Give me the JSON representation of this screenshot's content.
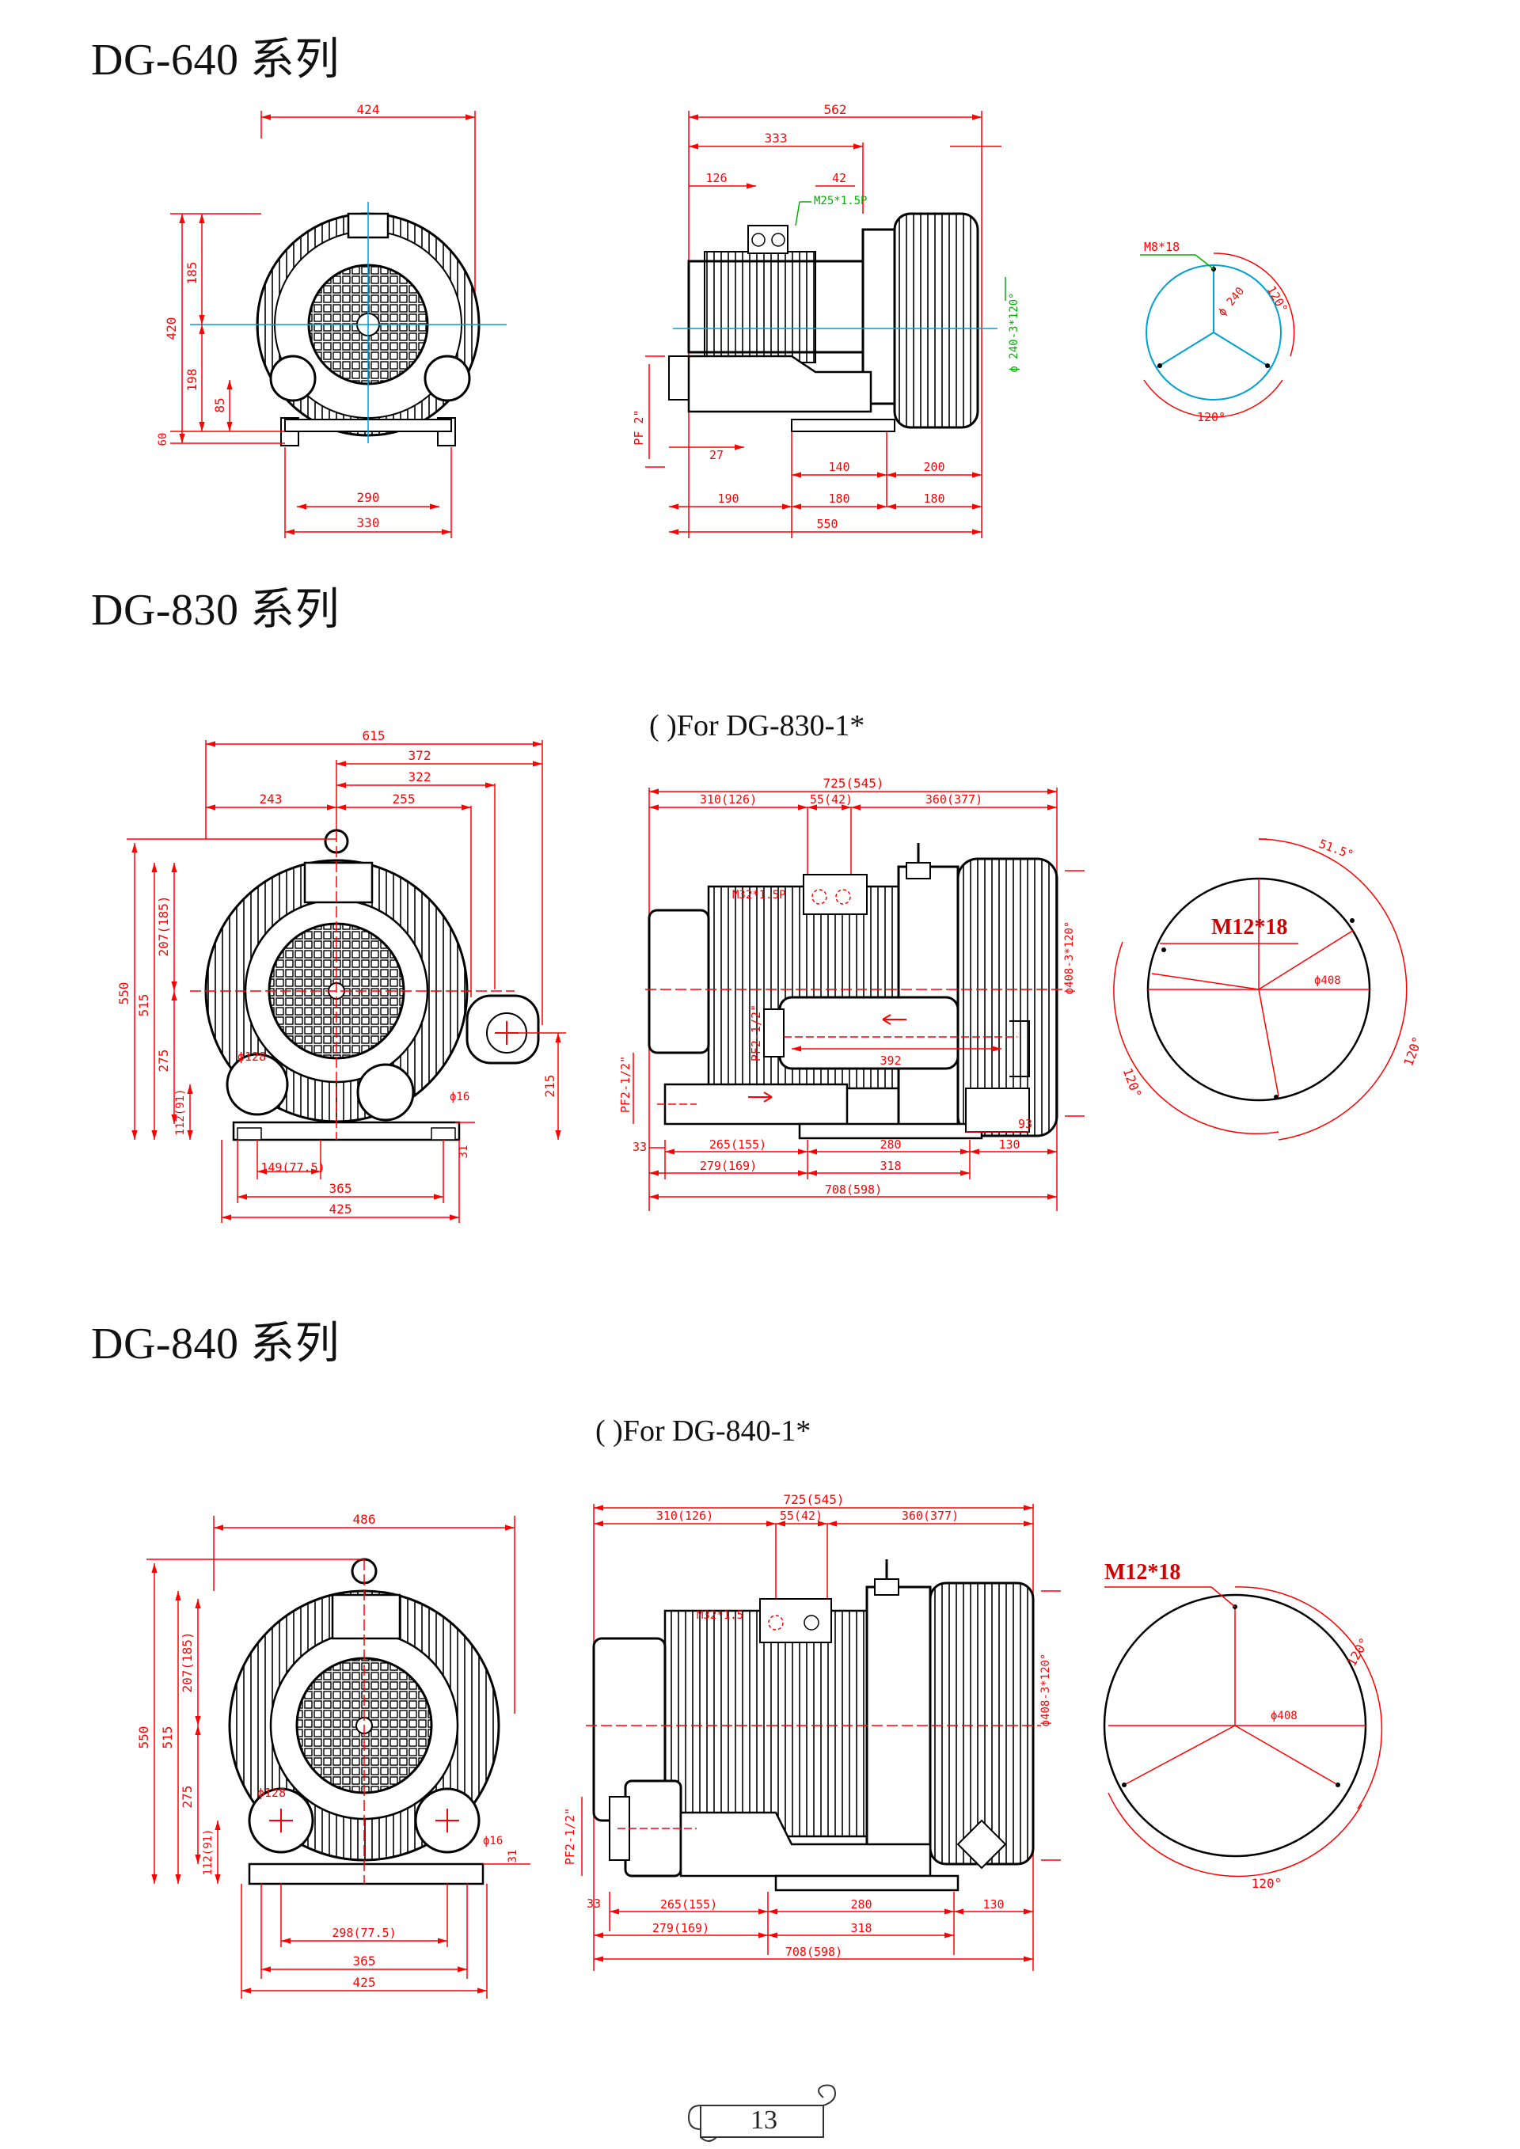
{
  "sections": [
    {
      "title": "DG-640 系列",
      "note": ""
    },
    {
      "title": "DG-830 系列",
      "note": "( )For DG-830-1*"
    },
    {
      "title": "DG-840 系列",
      "note": "( )For DG-840-1*"
    }
  ],
  "dg640": {
    "front_dims": [
      "424",
      "420",
      "185",
      "198",
      "85",
      "60",
      "290",
      "330"
    ],
    "side_dims": [
      "562",
      "333",
      "126",
      "42",
      "M25*1.5P",
      "PF 2\"",
      "27",
      "140",
      "200",
      "190",
      "180",
      "180",
      "550",
      "ϕ 240-3*120°"
    ],
    "flange_dims": [
      "M8*18",
      "120°",
      "ϕ 240",
      "120°"
    ]
  },
  "dg830": {
    "front_dims": [
      "615",
      "372",
      "322",
      "243",
      "255",
      "550",
      "515",
      "207(185)",
      "275",
      "112(91)",
      "ϕ128",
      "ϕ16",
      "215",
      "31",
      "149(77.5)",
      "365",
      "425"
    ],
    "side_dims": [
      "725(545)",
      "310(126)",
      "55(42)",
      "360(377)",
      "M32*1.5P",
      "PF2-1/2\"",
      "PF2-1/2\"",
      "392",
      "93",
      "33",
      "265(155)",
      "280",
      "130",
      "279(169)",
      "318",
      "708(598)",
      "ϕ408-3*120°"
    ],
    "flange_dims": [
      "51.5°",
      "M12*18",
      "ϕ408",
      "120°",
      "120°"
    ]
  },
  "dg840": {
    "front_dims": [
      "486",
      "550",
      "515",
      "207(185)",
      "275",
      "112(91)",
      "ϕ128",
      "ϕ16",
      "31",
      "298(77.5)",
      "365",
      "425"
    ],
    "side_dims": [
      "725(545)",
      "310(126)",
      "55(42)",
      "360(377)",
      "M32*1.5",
      "PF2-1/2\"",
      "33",
      "265(155)",
      "280",
      "130",
      "279(169)",
      "318",
      "708(598)",
      "ϕ408-3*120°"
    ],
    "flange_dims": [
      "M12*18",
      "120°",
      "ϕ408",
      "120°"
    ]
  },
  "page_number": "13",
  "colors": {
    "dimension": "#ff0000",
    "outline": "#000000",
    "centerline": "#00a0d0",
    "leader": "#00b000"
  }
}
